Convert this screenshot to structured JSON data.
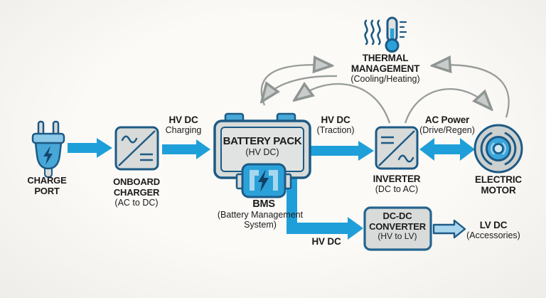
{
  "colors": {
    "background": "#f9f8f5",
    "arrow_blue": "#1f9fd9",
    "navy_outline": "#1d5a85",
    "box_fill": "#d8dbd9",
    "box_inner_fill": "#e0e3e1",
    "mid_blue": "#47a8d8",
    "bms_blue": "#2ba1d9",
    "light_blue": "#a9d6ed",
    "arc_gray": "#979c9a",
    "text": "#1b1b1b"
  },
  "nodes": {
    "charge_port": {
      "label": [
        "CHARGE",
        "PORT"
      ]
    },
    "onboard_charger": {
      "label": [
        "ONBOARD",
        "CHARGER"
      ],
      "sub": "(AC to DC)"
    },
    "battery_pack": {
      "label": "BATTERY PACK",
      "sub": "(HV DC)"
    },
    "bms": {
      "label": "BMS",
      "sub": [
        "(Battery Management",
        "System)"
      ]
    },
    "inverter": {
      "label": "INVERTER",
      "sub": "(DC to AC)"
    },
    "electric_motor": {
      "label": [
        "ELECTRIC",
        "MOTOR"
      ]
    },
    "thermal_management": {
      "label": [
        "THERMAL",
        "MANAGEMENT"
      ],
      "sub": "(Cooling/Heating)"
    },
    "dcdc_converter": {
      "label": [
        "DC-DC",
        "CONVERTER"
      ],
      "sub": "(HV to LV)"
    }
  },
  "flows": {
    "hv_dc_charging": {
      "label": "HV DC",
      "sub": "Charging"
    },
    "hv_dc_traction": {
      "label": "HV DC",
      "sub": "(Traction)"
    },
    "ac_power": {
      "label": "AC Power",
      "sub": "(Drive/Regen)"
    },
    "hv_dc_to_converter": {
      "label": "HV DC"
    },
    "lv_dc": {
      "label": "LV DC",
      "sub": "(Accessories)"
    }
  }
}
